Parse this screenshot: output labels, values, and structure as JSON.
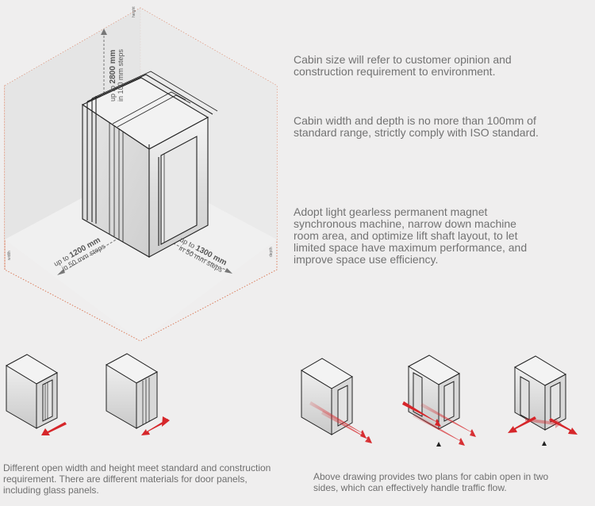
{
  "main_diagram": {
    "height_dimension": {
      "prefix": "up to",
      "value": "2800 mm",
      "steps": "in 100 mm steps"
    },
    "width_dimension": {
      "prefix": "up to",
      "value": "1200 mm",
      "steps": "in 50 mm steps"
    },
    "depth_dimension": {
      "prefix": "up to",
      "value": "1300 mm",
      "steps": "in 50 mm steps"
    },
    "corner_labels": {
      "height": "height",
      "width": "width",
      "depth": "depth"
    }
  },
  "description": {
    "paragraph_1": "Cabin size will refer to customer opinion and construction requirement to environment.",
    "paragraph_2": "Cabin width and depth is no more than 100mm of standard range, strictly comply with ISO standard.",
    "paragraph_3": "Adopt light gearless permanent magnet synchronous machine, narrow down machine room area, and optimize lift shaft layout, to let limited space have maximum performance, and improve space use efficiency."
  },
  "captions": {
    "left": "Different open width and height meet standard and construction requirement. There are different materials for door panels, including glass panels.",
    "right": "Above drawing provides two plans for cabin open in two sides, which can effectively handle traffic flow."
  },
  "colors": {
    "accent": "#d6262a",
    "dotted_outline": "#d9734f",
    "background": "#efeeee",
    "line": "#2b2b2b"
  }
}
